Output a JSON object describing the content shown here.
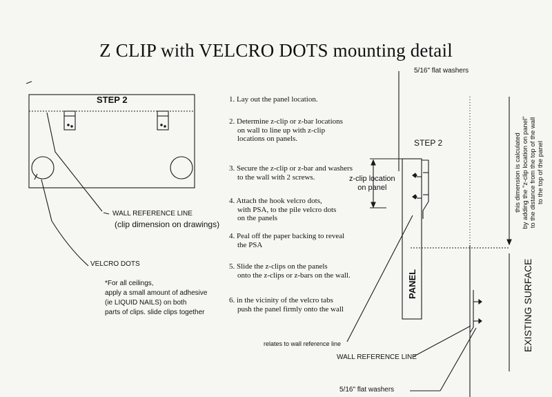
{
  "title": "Z CLIP with VELCRO DOTS mounting detail",
  "panel_view": {
    "step_label": "STEP 2",
    "wall_reference_line": "WALL REFERENCE LINE",
    "clip_dimension_note": "(clip dimension on drawings)",
    "velcro_dots": "VELCRO DOTS"
  },
  "ceiling_note": [
    "*For all ceilings,",
    "apply a small amount of adhesive",
    "(ie LIQUID NAILS) on both",
    "parts of clips. slide clips together"
  ],
  "steps": [
    [
      "1. Lay out the panel location."
    ],
    [
      "2. Determine z-clip or z-bar locations",
      "on wall to line up with z-clip",
      "locations on panels."
    ],
    [
      "3. Secure the z-clip or z-bar and washers",
      "to the wall with 2 screws."
    ],
    [
      "4. Attach the hook velcro dots,",
      "with PSA, to the pile velcro dots",
      "on the panels"
    ],
    [
      "4. Peal off the paper backing to reveal",
      "the PSA"
    ],
    [
      "5. Slide the z-clips on the panels",
      "onto the z-clips or z-bars on the wall."
    ],
    [
      "6. in the vicinity of the velcro tabs",
      "push the panel firmly onto the wall"
    ]
  ],
  "section_view": {
    "washers_top": "5/16\" flat washers",
    "step_label": "STEP 2",
    "zclip_location": [
      "z-clip location",
      "on panel"
    ],
    "panel": "PANEL",
    "relates": "relates to wall reference line",
    "dimension_note": [
      "this dimension is calculated",
      "by adding the \"z-clip location on panel\"",
      "to the distance from the top of the wall",
      "to the top of the panel"
    ],
    "existing_surface": "EXISTING SURFACE",
    "wall_reference_line": "WALL REFERENCE LINE",
    "washers_bottom": "5/16\" flat washers"
  }
}
